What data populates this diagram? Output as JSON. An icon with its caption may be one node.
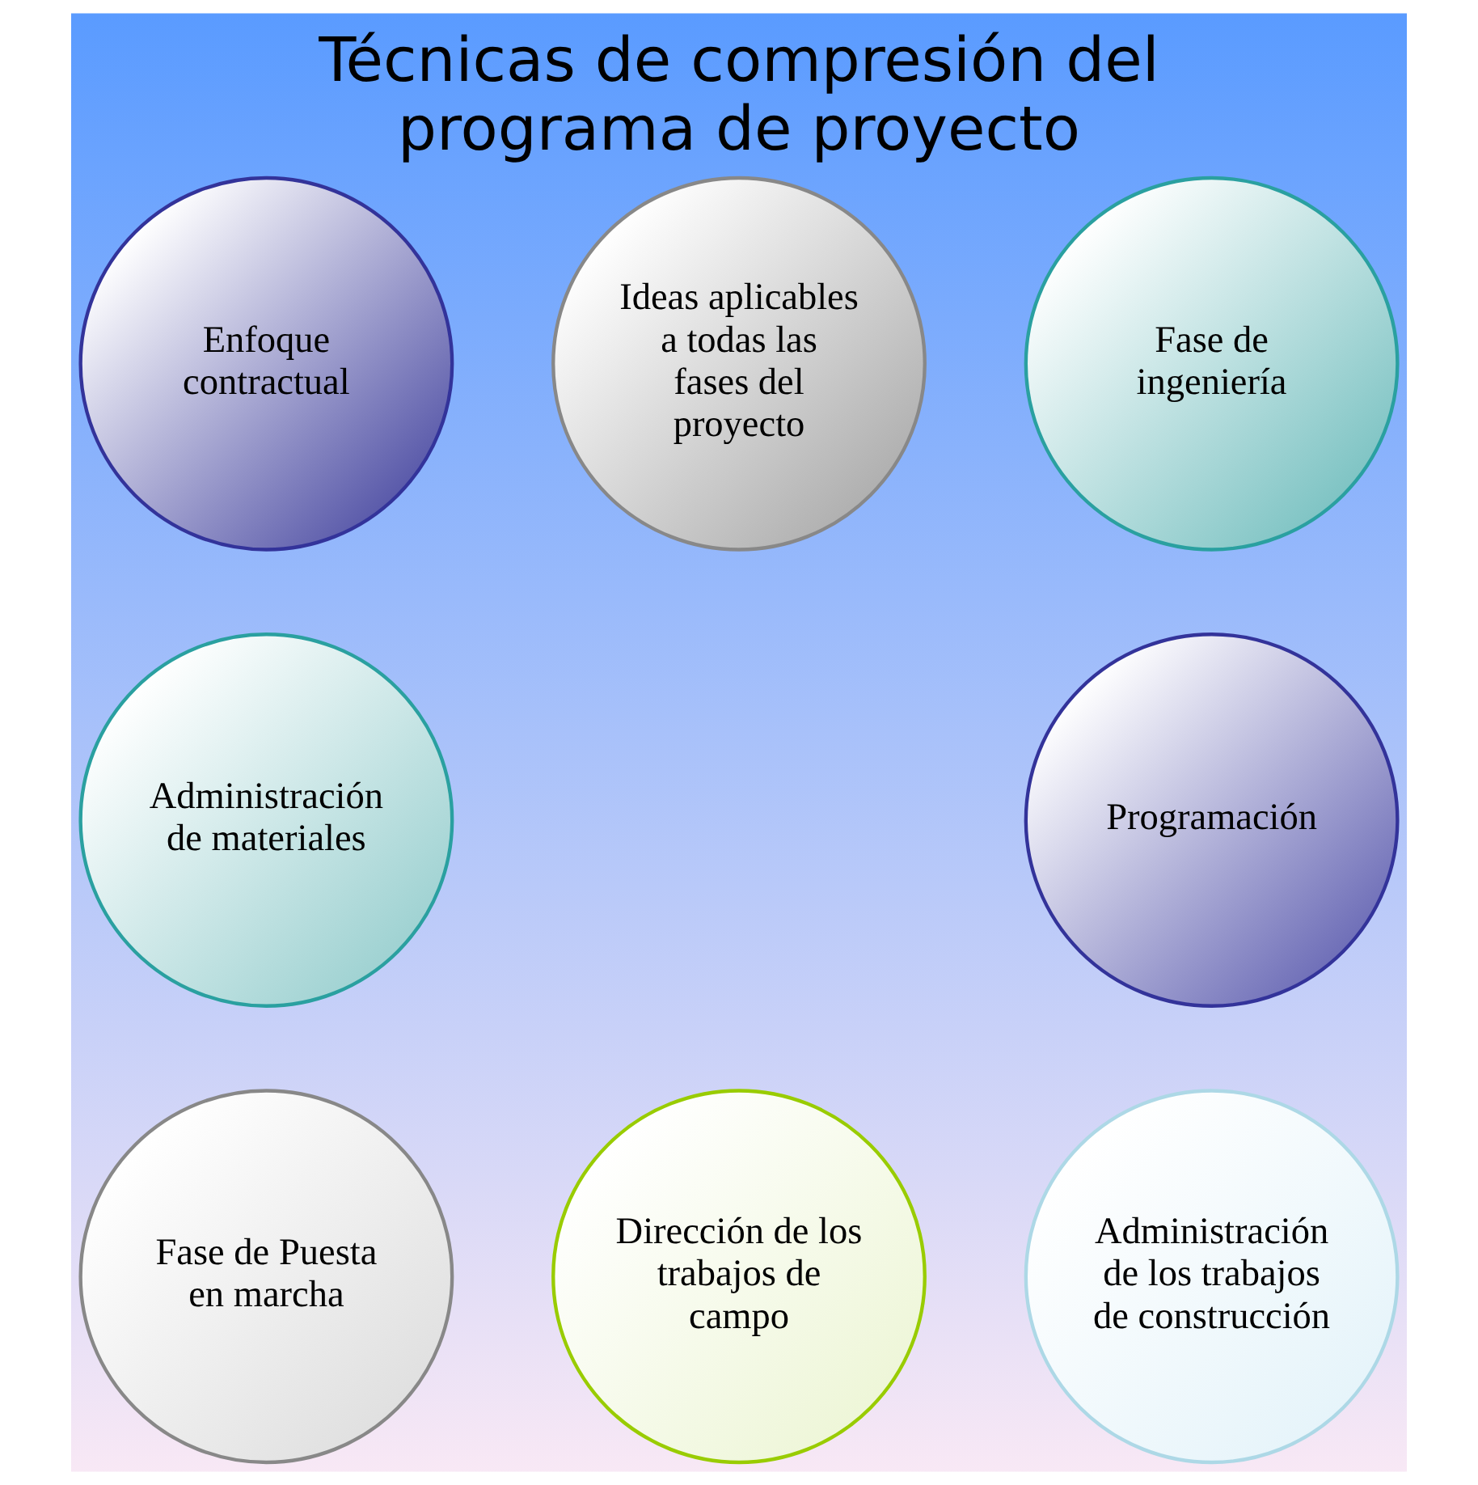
{
  "diagram": {
    "title": "Técnicas de compresión del programa de proyecto",
    "nodes": [
      {
        "text": [
          "Ideas aplicables a todas las fases del proyecto"
        ]
      },
      {
        "text": [
          "Fase de ingeniería"
        ]
      },
      {
        "text": [
          "Programación"
        ]
      },
      {
        "text": [
          "Administración de los trabajos de construcción"
        ]
      },
      {
        "text": [
          "Dirección de los trabajos de campo"
        ]
      },
      {
        "text": [
          "Fase de Puesta en marcha"
        ]
      },
      {
        "text": [
          "Administración de materiales"
        ]
      },
      {
        "text": [
          "Enfoque contractual"
        ]
      }
    ]
  }
}
